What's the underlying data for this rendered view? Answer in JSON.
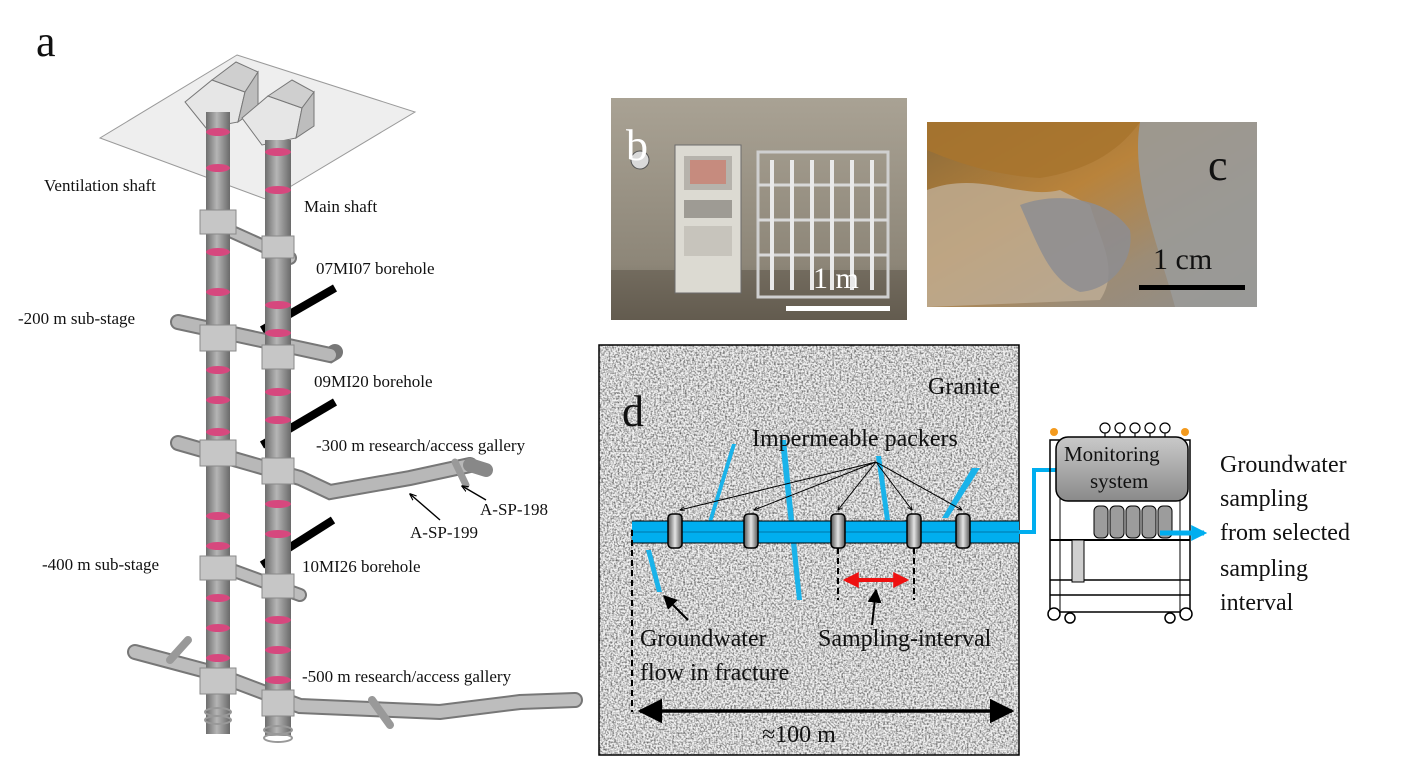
{
  "panel_a": {
    "letter": "a",
    "labels": {
      "ventilation_shaft": "Ventilation shaft",
      "main_shaft": "Main shaft",
      "borehole_07mi07": "07MI07 borehole",
      "substage_200": "-200 m sub-stage",
      "borehole_09mi20": "09MI20 borehole",
      "gallery_300": "-300 m research/access  gallery",
      "asp198": "A-SP-198",
      "asp199": "A-SP-199",
      "substage_400": "-400 m sub-stage",
      "borehole_10mi26": "10MI26 borehole",
      "gallery_500": "-500 m research/access gallery"
    }
  },
  "panel_b": {
    "letter": "b",
    "scale": "1 m"
  },
  "panel_c": {
    "letter": "c",
    "scale": "1 cm"
  },
  "panel_d": {
    "letter": "d",
    "labels": {
      "granite": "Granite",
      "packers": "Impermeable packers",
      "monitoring_1": "Monitoring",
      "monitoring_2": "system",
      "gw_flow_1": "Groundwater",
      "gw_flow_2": "flow in fracture",
      "sampling_interval": "Sampling-interval",
      "length": "≈100 m",
      "right_1": "Groundwater",
      "right_2": "sampling",
      "right_3": "from selected",
      "right_4": "sampling",
      "right_5": "interval"
    }
  },
  "colors": {
    "pipe_blue": "#00aeef",
    "interval_red": "#ee1111",
    "ring_pink": "#d6487e",
    "shaft_gray": "#8c8c8c"
  }
}
